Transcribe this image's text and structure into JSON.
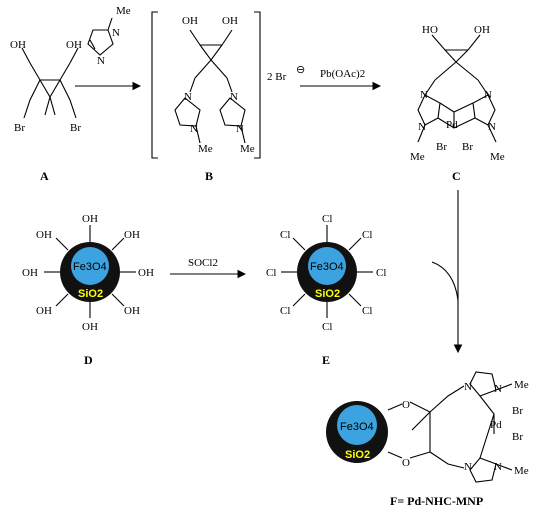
{
  "compounds": {
    "A": {
      "label": "A",
      "atoms": {
        "oh1": "OH",
        "oh2": "OH",
        "br1": "Br",
        "br2": "Br"
      }
    },
    "B": {
      "label": "B",
      "atoms": {
        "oh1": "OH",
        "oh2": "OH",
        "n1": "N",
        "n2": "N",
        "n3": "N",
        "n4": "N",
        "me1": "Me",
        "me2": "Me"
      },
      "counterion": "2 Br",
      "counterion_charge": "⊖"
    },
    "C": {
      "label": "C",
      "atoms": {
        "oh1": "HO",
        "oh2": "OH",
        "n1": "N",
        "n2": "N",
        "n3": "N",
        "n4": "N",
        "pd": "Pd",
        "br1": "Br",
        "br2": "Br",
        "me1": "Me",
        "me2": "Me"
      }
    },
    "D": {
      "label": "D",
      "core": "Fe3O4",
      "shell": "SiO2",
      "substituent": "OH"
    },
    "E": {
      "label": "E",
      "core": "Fe3O4",
      "shell": "SiO2",
      "substituent": "Cl"
    },
    "F": {
      "label": "F= Pd-NHC-MNP",
      "core": "Fe3O4",
      "shell": "SiO2",
      "atoms": {
        "o1": "O",
        "o2": "O",
        "n1": "N",
        "n2": "N",
        "n3": "N",
        "n4": "N",
        "pd": "Pd",
        "br1": "Br",
        "br2": "Br",
        "me1": "Me",
        "me2": "Me"
      }
    }
  },
  "reagents": {
    "methylimidazole": {
      "n_top": "N",
      "n_bottom": "N",
      "me": "Me"
    },
    "step2": "Pb(OAc)2",
    "step3": "SOCl2"
  },
  "colors": {
    "core": "#3da3e0",
    "shell": "#111111",
    "shell_text": "#ffff00",
    "ink": "#000000"
  }
}
